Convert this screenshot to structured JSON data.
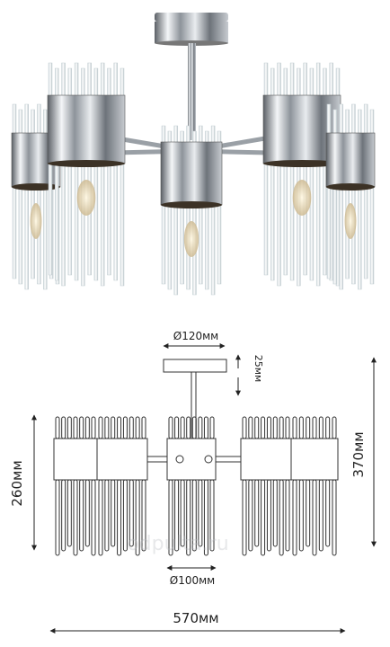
{
  "product": {
    "finish_color": "#c9ccd0",
    "glass_color": "#e8eef0",
    "bulb_color": "#f0e6d0"
  },
  "dimensions": {
    "canopy_diameter": "Ø120мм",
    "canopy_height": "25мм",
    "shade_diameter": "Ø100мм",
    "body_height": "260мм",
    "total_height": "370мм",
    "total_width": "570мм"
  },
  "watermark": {
    "text": "odpulta.ru"
  }
}
